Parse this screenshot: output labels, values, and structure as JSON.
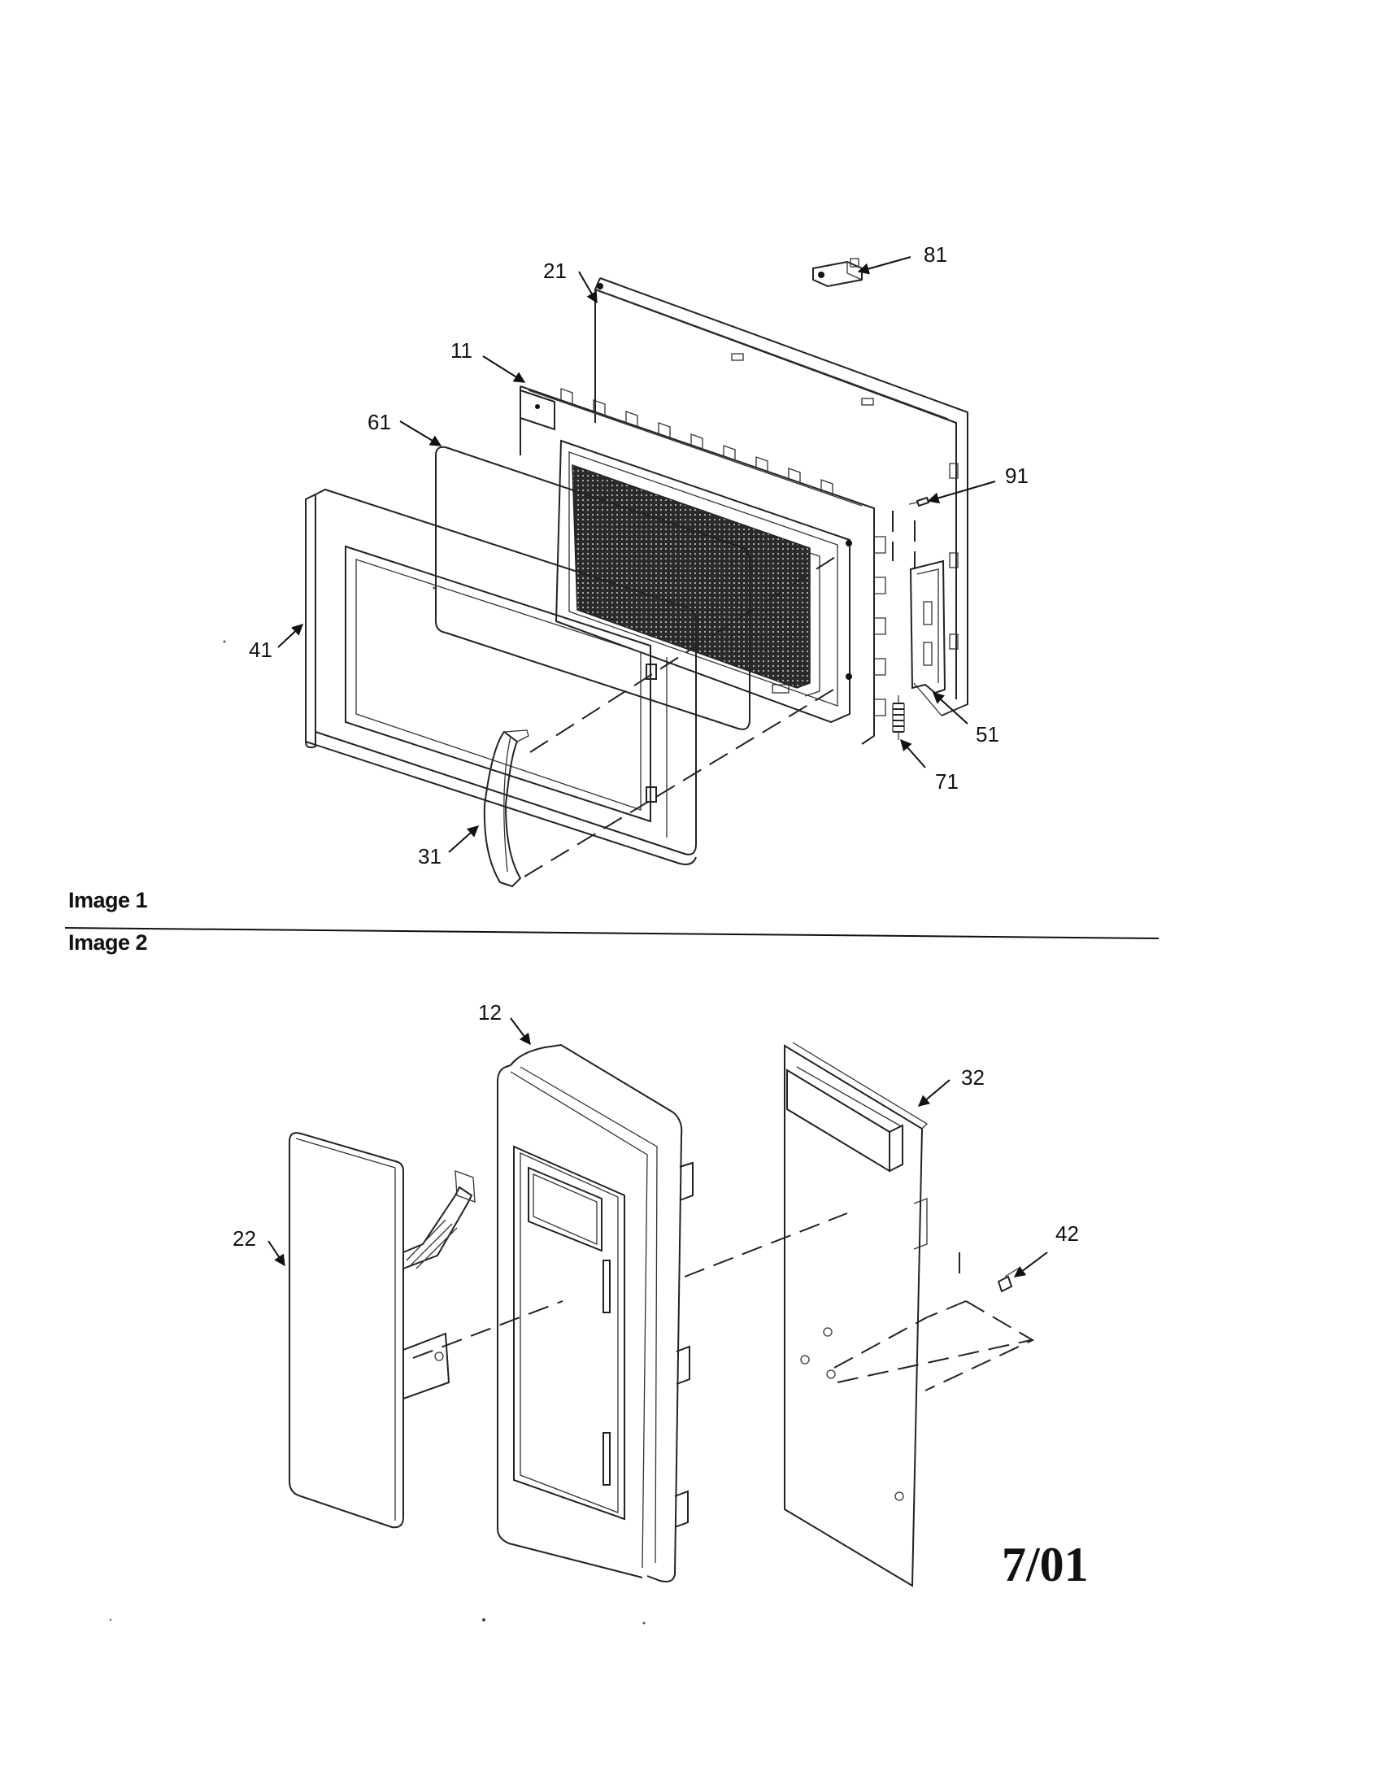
{
  "sections": {
    "image1_label": "Image 1",
    "image2_label": "Image 2"
  },
  "callouts": {
    "p11": "11",
    "p21": "21",
    "p31": "31",
    "p41": "41",
    "p51": "51",
    "p61": "61",
    "p71": "71",
    "p81": "81",
    "p91": "91",
    "p12": "12",
    "p22": "22",
    "p32": "32",
    "p42": "42"
  },
  "footer": {
    "date": "7/01"
  },
  "colors": {
    "ink": "#222222",
    "mesh": "#333333",
    "paper": "#ffffff"
  }
}
